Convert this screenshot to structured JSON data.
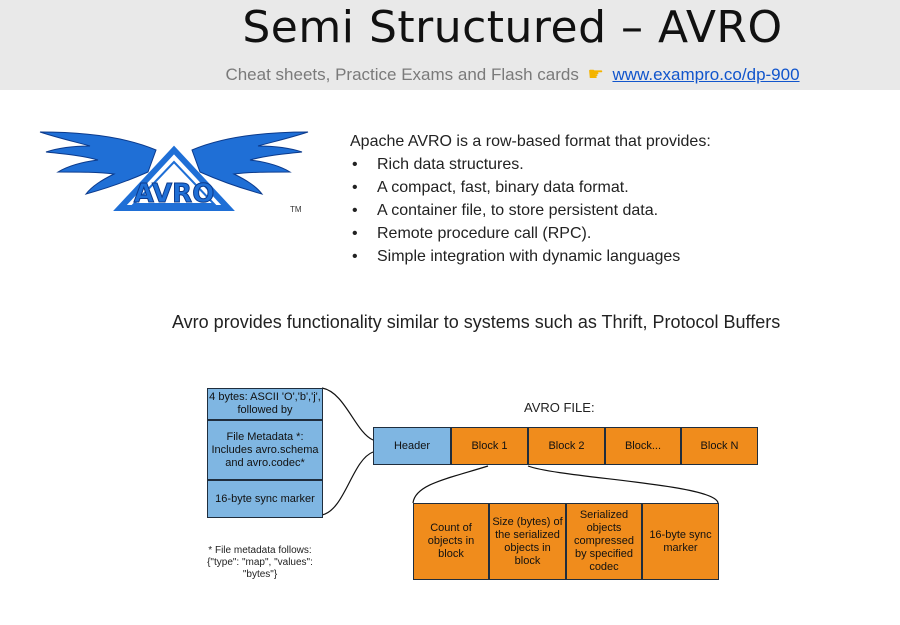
{
  "header": {
    "title": "Semi Structured – AVRO",
    "subtitle_text": "Cheat sheets, Practice Exams and Flash cards",
    "subtitle_link": "www.exampro.co/dp-900",
    "hand_icon": "pointing-hand-icon"
  },
  "logo": {
    "text": "AVRO",
    "trademark": "TM",
    "color": "#1f6fd6"
  },
  "intro": {
    "lead": "Apache AVRO is a row-based format that provides:",
    "bullets": [
      "Rich data structures.",
      "A compact, fast, binary data format.",
      "A container file, to store persistent data.",
      "Remote procedure call (RPC).",
      "Simple integration with dynamic languages"
    ]
  },
  "similar": "Avro provides functionality similar to systems such as Thrift, Protocol Buffers",
  "diagram": {
    "file_label": "AVRO FILE:",
    "header_parts": {
      "magic": "4 bytes: ASCII 'O','b','j', followed by",
      "metadata": "File Metadata *: Includes avro.schema and avro.codec*",
      "sync": "16-byte sync marker"
    },
    "file_row": [
      "Header",
      "Block 1",
      "Block 2",
      "Block...",
      "Block N"
    ],
    "block_parts": [
      "Count of objects in block",
      "Size (bytes) of the serialized objects in block",
      "Serialized objects compressed by specified codec",
      "16-byte sync marker"
    ],
    "footnote": "* File metadata follows: {\"type\": \"map\", \"values\": \"bytes\"}",
    "colors": {
      "header": "#7fb6e2",
      "block": "#f08c1c"
    }
  }
}
